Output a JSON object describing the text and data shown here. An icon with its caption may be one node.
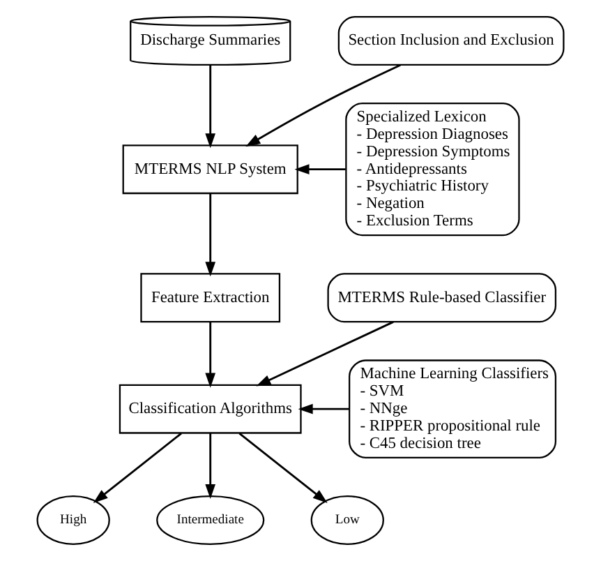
{
  "diagram": {
    "nodes": [
      {
        "text": [
          "Discharge Summaries"
        ]
      },
      {
        "text": [
          "Section Inclusion and Exclusion"
        ]
      },
      {
        "text": [
          "MTERMS NLP System"
        ]
      },
      {
        "text": [
          "Specialized Lexicon",
          "- Depression Diagnoses",
          "- Depression Symptoms",
          "- Antidepressants",
          "- Psychiatric History",
          "- Negation",
          "- Exclusion Terms"
        ]
      },
      {
        "text": [
          "Feature Extraction"
        ]
      },
      {
        "text": [
          "MTERMS Rule-based Classifier"
        ]
      },
      {
        "text": [
          "Classification Algorithms"
        ]
      },
      {
        "text": [
          "Machine Learning Classifiers",
          "- SVM",
          "- NNge",
          "- RIPPER propositional rule",
          "- C45 decision tree"
        ]
      },
      {
        "text": [
          "High"
        ]
      },
      {
        "text": [
          "Intermediate"
        ]
      },
      {
        "text": [
          "Low"
        ]
      }
    ],
    "edges": [
      {
        "from": 0,
        "to": 2,
        "arrow": "to"
      },
      {
        "from": 1,
        "to": 2,
        "arrow": "to"
      },
      {
        "from": 3,
        "to": 2,
        "arrow": "to"
      },
      {
        "from": 2,
        "to": 4,
        "arrow": "to"
      },
      {
        "from": 4,
        "to": 6,
        "arrow": "to"
      },
      {
        "from": 5,
        "to": 6,
        "arrow": "to"
      },
      {
        "from": 7,
        "to": 6,
        "arrow": "to"
      },
      {
        "from": 6,
        "to": 8,
        "arrow": "to"
      },
      {
        "from": 6,
        "to": 9,
        "arrow": "to"
      },
      {
        "from": 6,
        "to": 10,
        "arrow": "to"
      }
    ]
  }
}
